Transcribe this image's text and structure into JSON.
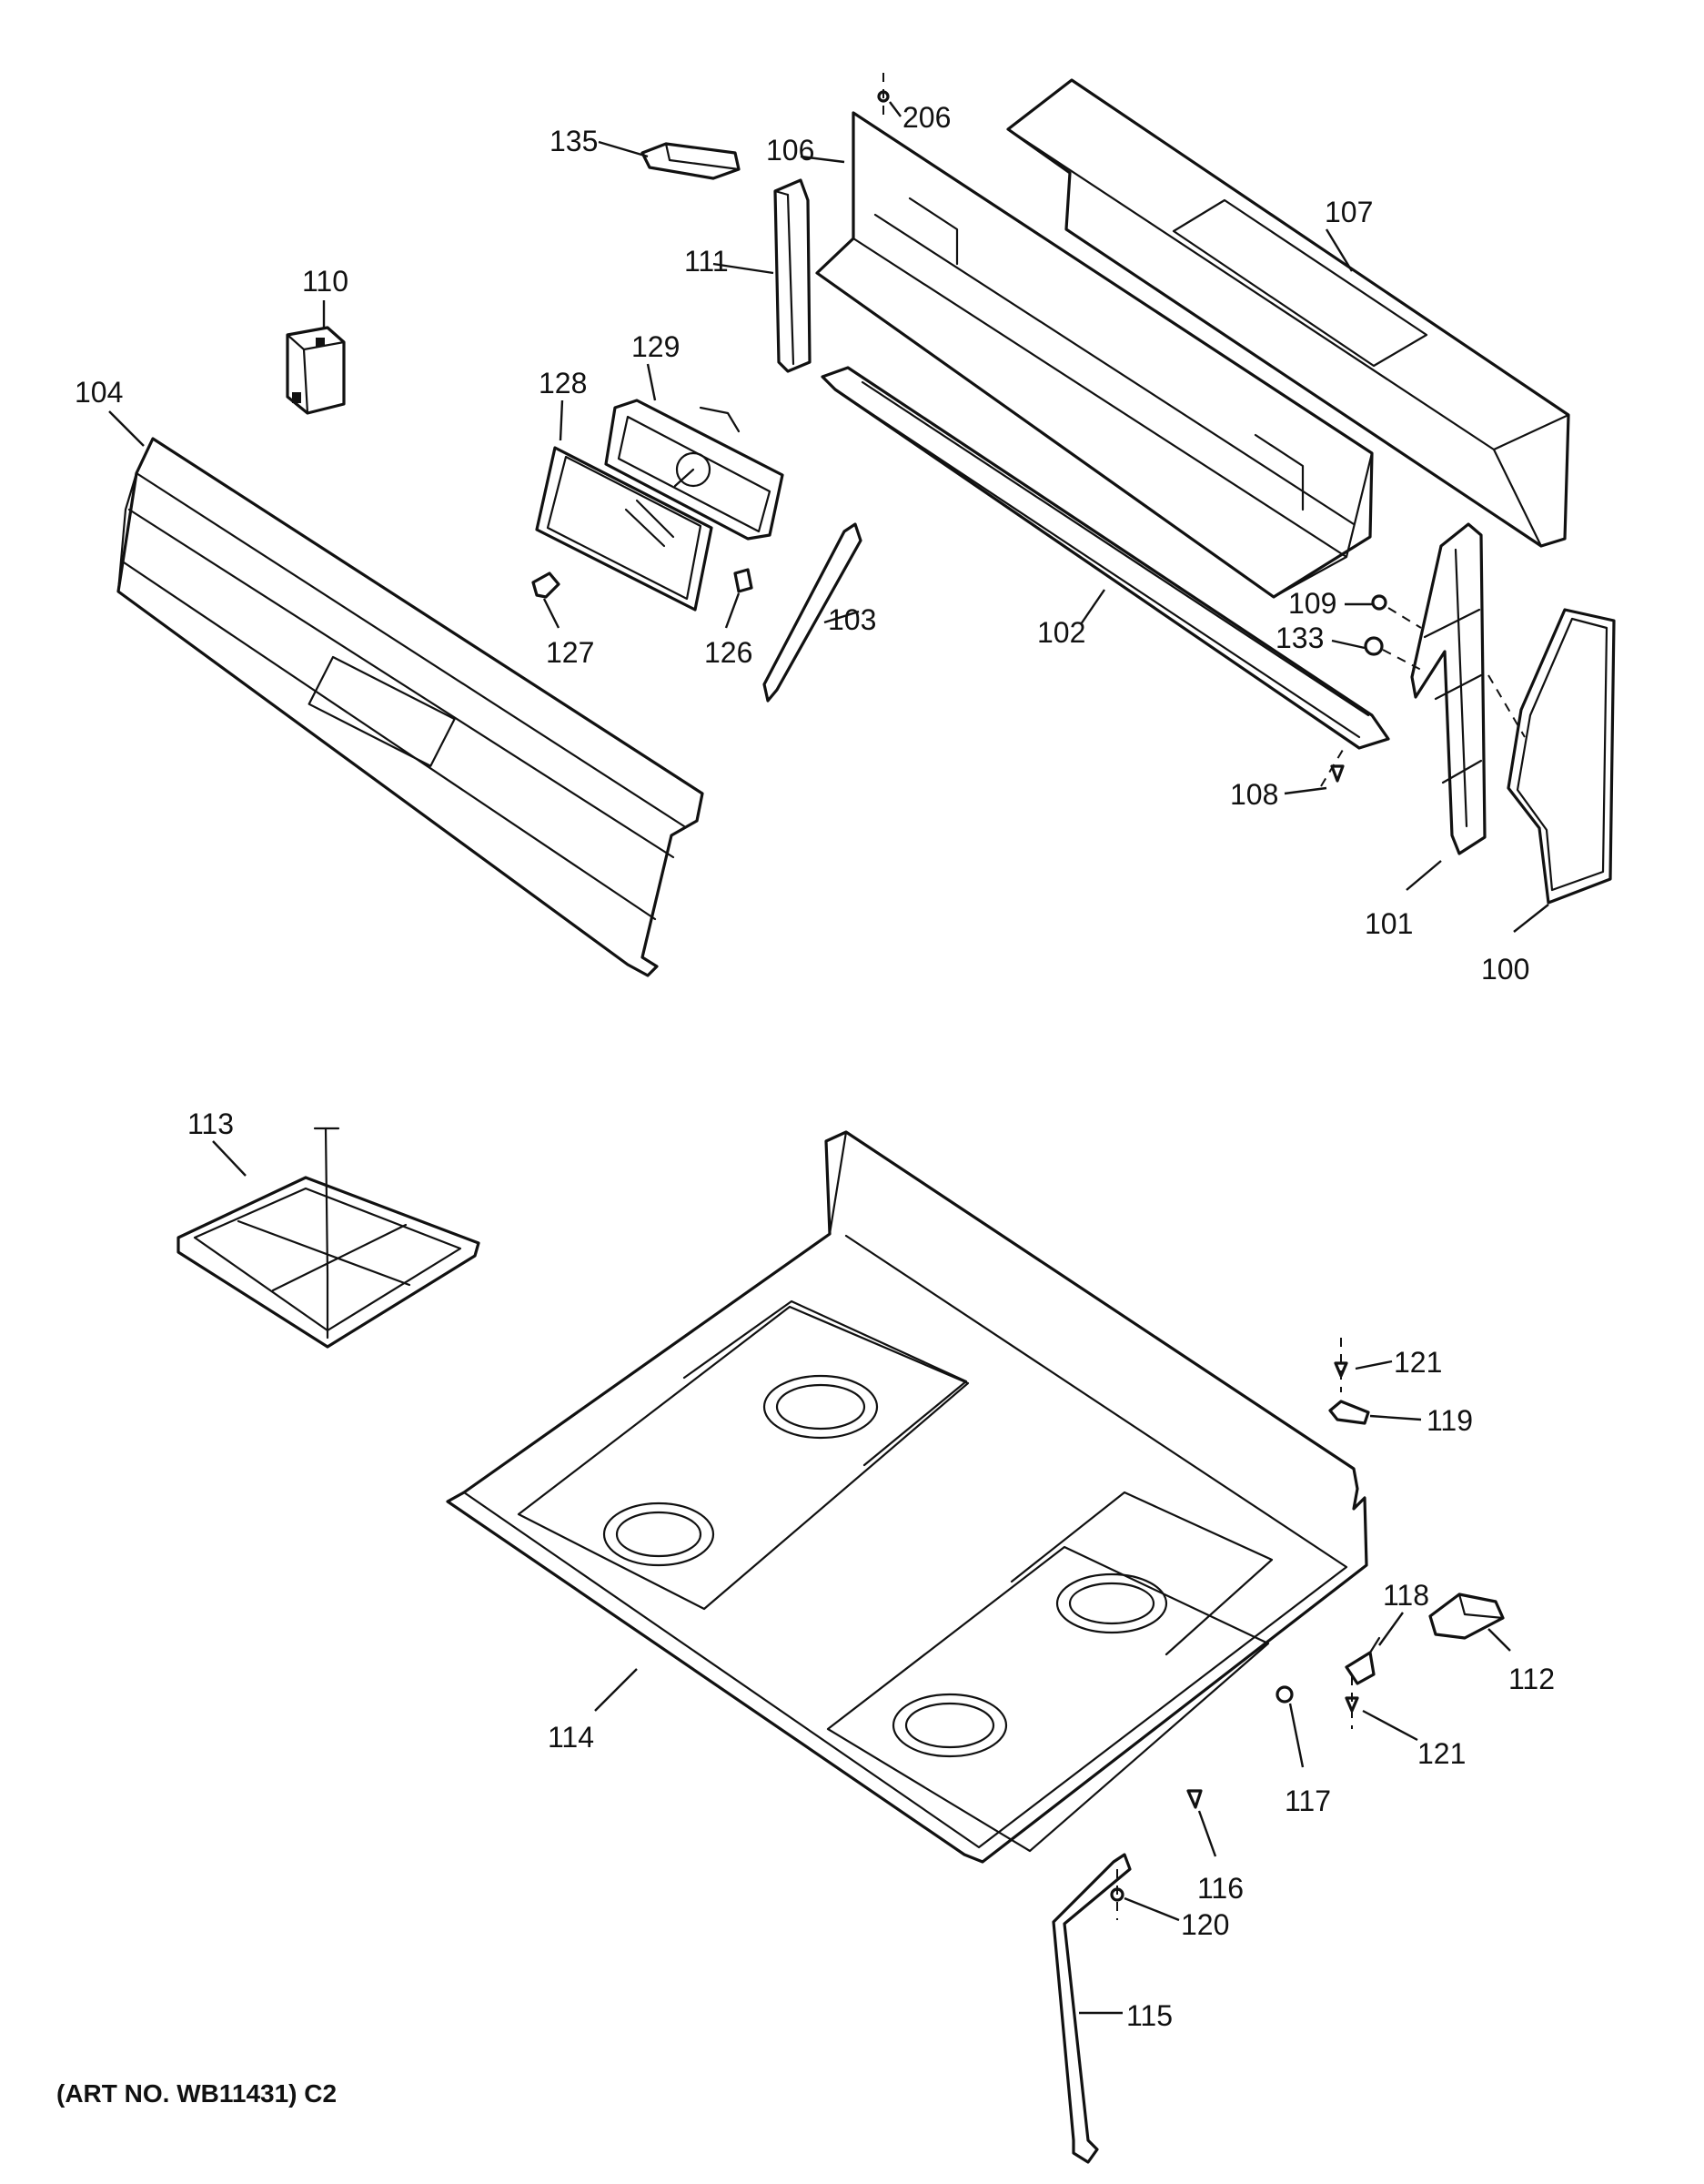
{
  "diagram": {
    "art_number": "(ART NO. WB11431) C2",
    "labels": [
      "100",
      "101",
      "102",
      "103",
      "104",
      "106",
      "107",
      "108",
      "109",
      "110",
      "111",
      "112",
      "113",
      "114",
      "115",
      "116",
      "117",
      "118",
      "119",
      "120",
      "121",
      "121",
      "126",
      "127",
      "128",
      "129",
      "133",
      "135",
      "206"
    ]
  }
}
